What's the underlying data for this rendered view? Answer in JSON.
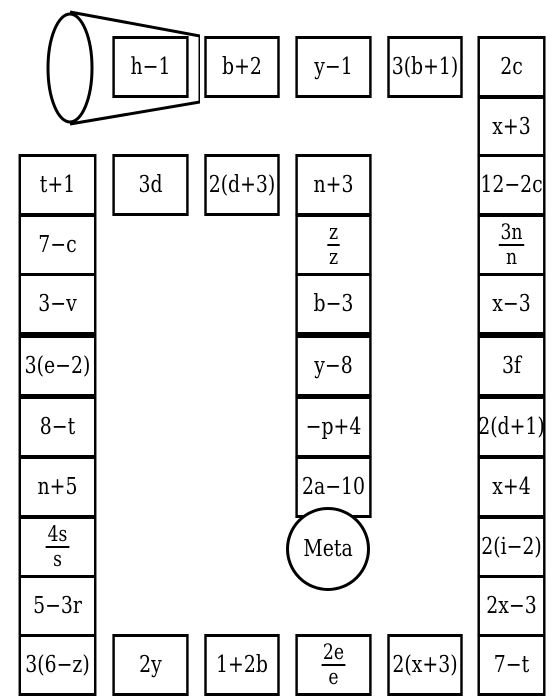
{
  "board": {
    "start_row": [
      "h−1",
      "b+2",
      "y−1",
      "3(b+1)",
      "2c"
    ],
    "right_column": [
      "x+3",
      "12−2c",
      {
        "num": "3n",
        "den": "n"
      },
      "x−3",
      "3f",
      "2(d+1)",
      "x+4",
      "2(i−2)",
      "2x−3",
      "7−t"
    ],
    "bottom_row": [
      "3(6−z)",
      "2y",
      "1+2b",
      {
        "num": "2e",
        "den": "e"
      },
      "2(x+3)"
    ],
    "left_column": [
      "t+1",
      "7−c",
      "3−v",
      "3(e−2)",
      "8−t",
      "n+5",
      {
        "num": "4s",
        "den": "s"
      },
      "5−3r"
    ],
    "inner_top": [
      "3d",
      "2(d+3)",
      "n+3"
    ],
    "middle_column": [
      {
        "num": "z",
        "den": "z"
      },
      "b−3",
      "y−8",
      "−p+4",
      "2a−10"
    ],
    "goal_label": "Meta"
  }
}
